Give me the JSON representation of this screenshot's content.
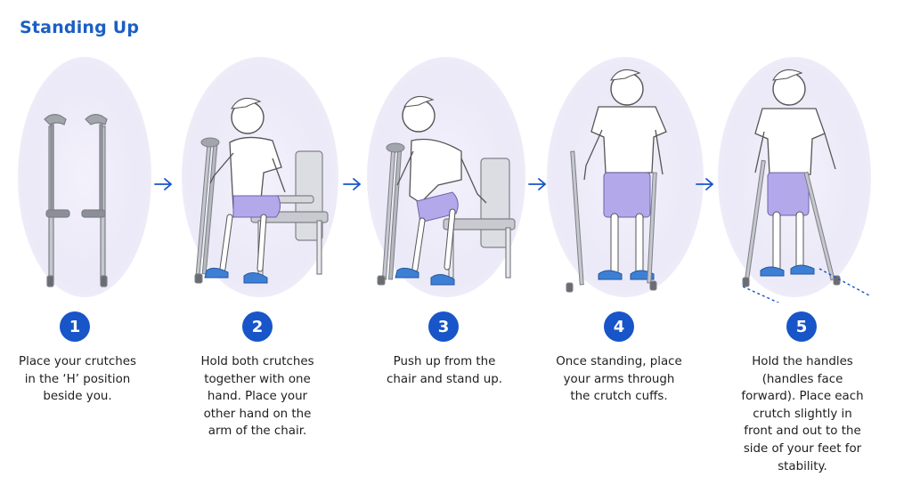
{
  "title": "Standing Up",
  "colors": {
    "accent": "#1755c8",
    "shorts": "#b3a8ea",
    "shoes": "#3e7fd6",
    "crutch": "#9a9ca3",
    "background_oval": "#ece9f8"
  },
  "steps": [
    {
      "number": "1",
      "text": "Place your crutches in the ‘H’ position beside you.",
      "illustration": "crutches-h-position-icon"
    },
    {
      "number": "2",
      "text": "Hold both crutches together with one hand. Place your other hand on the arm of the chair.",
      "illustration": "seated-holding-crutches-icon"
    },
    {
      "number": "3",
      "text": "Push up from the chair and stand up.",
      "illustration": "pushing-up-from-chair-icon"
    },
    {
      "number": "4",
      "text": "Once standing, place your arms through the crutch cuffs.",
      "illustration": "standing-arms-in-cuffs-icon"
    },
    {
      "number": "5",
      "text": "Hold the handles (handles face forward). Place each crutch slightly in front and out to the side of your feet for stability.",
      "illustration": "standing-with-crutches-icon"
    }
  ],
  "arrow_icon": "arrow-right-icon"
}
